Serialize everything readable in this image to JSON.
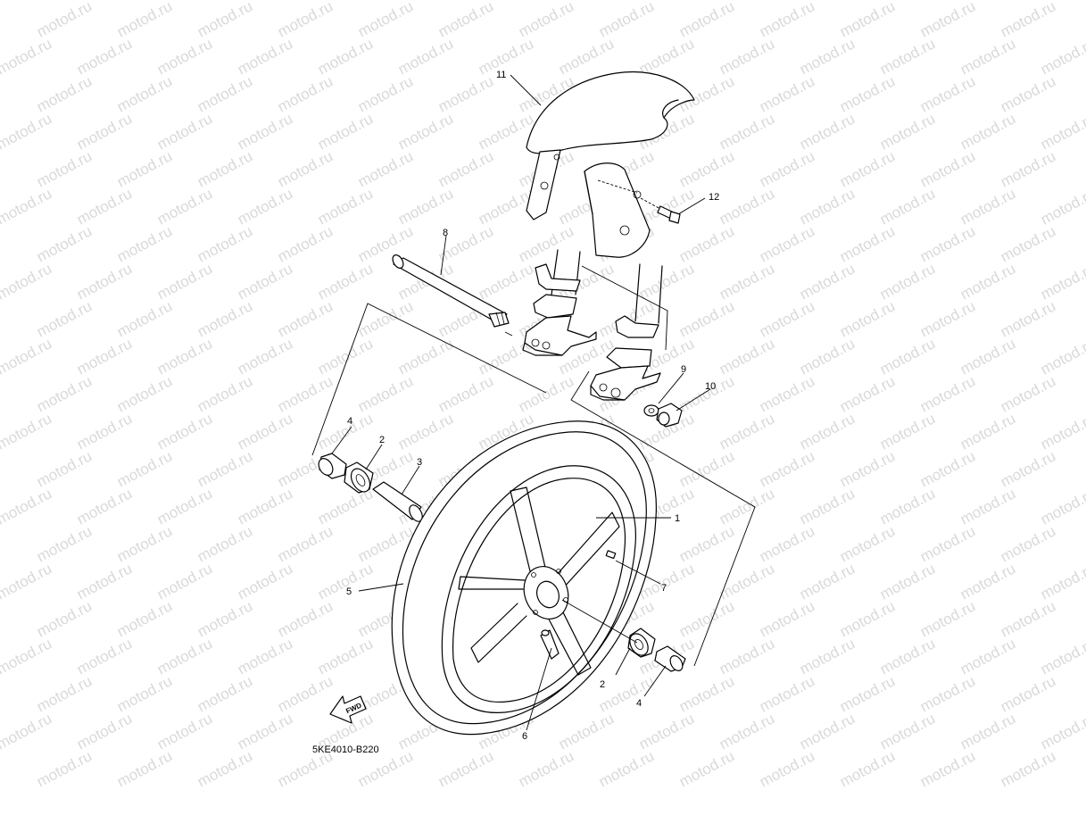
{
  "diagram": {
    "code": "5KE4010-B220",
    "fwd_label": "FWD",
    "watermark": "motod.ru",
    "callouts": {
      "c1": "1",
      "c2a": "2",
      "c2b": "2",
      "c3": "3",
      "c4a": "4",
      "c4b": "4",
      "c5": "5",
      "c6": "6",
      "c7": "7",
      "c8": "8",
      "c9": "9",
      "c10": "10",
      "c11": "11",
      "c12": "12"
    }
  }
}
